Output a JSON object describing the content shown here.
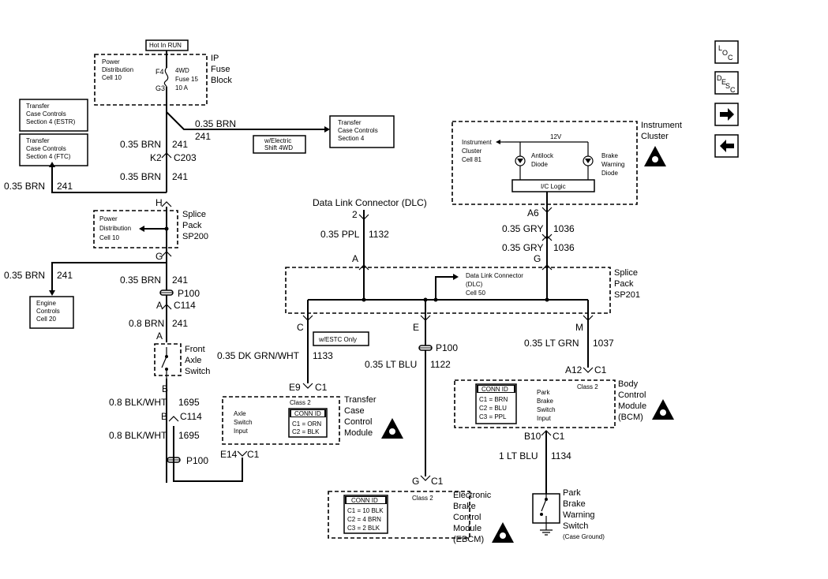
{
  "nav": {
    "loc": [
      "L",
      "O",
      "C"
    ],
    "desc": [
      "D",
      "E",
      "S",
      "C"
    ]
  },
  "top": {
    "hot_in_run": "Hot In RUN",
    "ip_fuse_block": [
      "IP",
      "Fuse",
      "Block"
    ],
    "power_dist": [
      "Power",
      "Distribution",
      "Cell 10"
    ],
    "fuse": [
      "F4",
      "4WD",
      "Fuse 15",
      "G3",
      "10 A"
    ]
  },
  "left_refs": {
    "estr": [
      "Transfer",
      "Case Controls",
      "Section 4 (ESTR)"
    ],
    "ftc": [
      "Transfer",
      "Case Controls",
      "Section 4 (FTC)"
    ],
    "engine": [
      "Engine",
      "Controls",
      "Cell 20"
    ],
    "tc4": [
      "Transfer",
      "Case Controls",
      "Section 4"
    ],
    "electric_shift": [
      "w/Electric",
      "Shift 4WD"
    ]
  },
  "left_column": {
    "w1": [
      "0.35 BRN",
      "241"
    ],
    "branch_brn": [
      "0.35 BRN",
      "241"
    ],
    "k2": "K2",
    "c203": "C203",
    "w2": [
      "0.35 BRN",
      "241"
    ],
    "w3": [
      "0.35 BRN",
      "241"
    ],
    "h": "H",
    "splice200": [
      "Splice",
      "Pack",
      "SP200"
    ],
    "pd10": [
      "Power",
      "Distribution",
      "Cell 10"
    ],
    "g": "G",
    "w4": [
      "0.35 BRN",
      "241"
    ],
    "w5": [
      "0.35 BRN",
      "241"
    ],
    "p100a": "P100",
    "a": "A",
    "c114a": "C114",
    "w6": [
      "0.8 BRN",
      "241"
    ],
    "a2": "A",
    "front_axle": [
      "Front",
      "Axle",
      "Switch"
    ],
    "b": "B",
    "w7": [
      "0.8 BLK/WHT",
      "1695"
    ],
    "b2": "B",
    "c114b": "C114",
    "w8": [
      "0.8 BLK/WHT",
      "1695"
    ],
    "p100b": "P100",
    "e14": "E14",
    "c1": "C1"
  },
  "tccm": {
    "wire": [
      "0.35 DK GRN/WHT",
      "1133"
    ],
    "pin_c": "C",
    "e9": "E9",
    "c1": "C1",
    "class2": "Class 2",
    "input": [
      "Axle",
      "Switch",
      "Input"
    ],
    "conn_title": "CONN ID",
    "conn": [
      "C1 = ORN",
      "C2 = BLK"
    ],
    "name": [
      "Transfer",
      "Case",
      "Control",
      "Module"
    ]
  },
  "dlc": {
    "title": "Data Link Connector (DLC)",
    "pin2": "2",
    "wire": [
      "0.35 PPL",
      "1132"
    ],
    "a": "A",
    "ref": [
      "Data Link Connector",
      "(DLC)",
      "Cell 50"
    ],
    "splice": [
      "Splice",
      "Pack",
      "SP201"
    ],
    "estc": "w/ESTC Only"
  },
  "ebcm": {
    "e": "E",
    "p100": "P100",
    "wire": [
      "0.35 LT BLU",
      "1122"
    ],
    "g": "G",
    "c1": "C1",
    "class2": "Class 2",
    "conn_title": "CONN ID",
    "conn": [
      "C1 = 10 BLK",
      "C2 = 4 BRN",
      "C3 = 2 BLK"
    ],
    "name": [
      "Electronic",
      "Brake",
      "Control",
      "Module",
      "(EBCM)"
    ]
  },
  "cluster": {
    "volt": "12V",
    "label": [
      "Instrument",
      "Cluster",
      "Cell 81"
    ],
    "antilock": [
      "Antilock",
      "Diode"
    ],
    "brake": [
      "Brake",
      "Warning",
      "Diode"
    ],
    "logic": "I/C Logic",
    "name": [
      "Instrument",
      "Cluster"
    ],
    "a6": "A6",
    "w1": [
      "0.35 GRY",
      "1036"
    ],
    "w2": [
      "0.35 GRY",
      "1036"
    ],
    "g": "G"
  },
  "bcm": {
    "m": "M",
    "wire": [
      "0.35 LT GRN",
      "1037"
    ],
    "a12": "A12",
    "c1": "C1",
    "class2": "Class 2",
    "conn_title": "CONN ID",
    "conn": [
      "C1 = BRN",
      "C2 = BLU",
      "C3 = PPL"
    ],
    "input": [
      "Park",
      "Brake",
      "Switch",
      "Input"
    ],
    "name": [
      "Body",
      "Control",
      "Module",
      "(BCM)"
    ],
    "b10": "B10",
    "c1b": "C1",
    "wire2": [
      "1 LT BLU",
      "1134"
    ]
  },
  "park": {
    "name": [
      "Park",
      "Brake",
      "Warning",
      "Switch"
    ],
    "ground": "(Case Ground)"
  }
}
